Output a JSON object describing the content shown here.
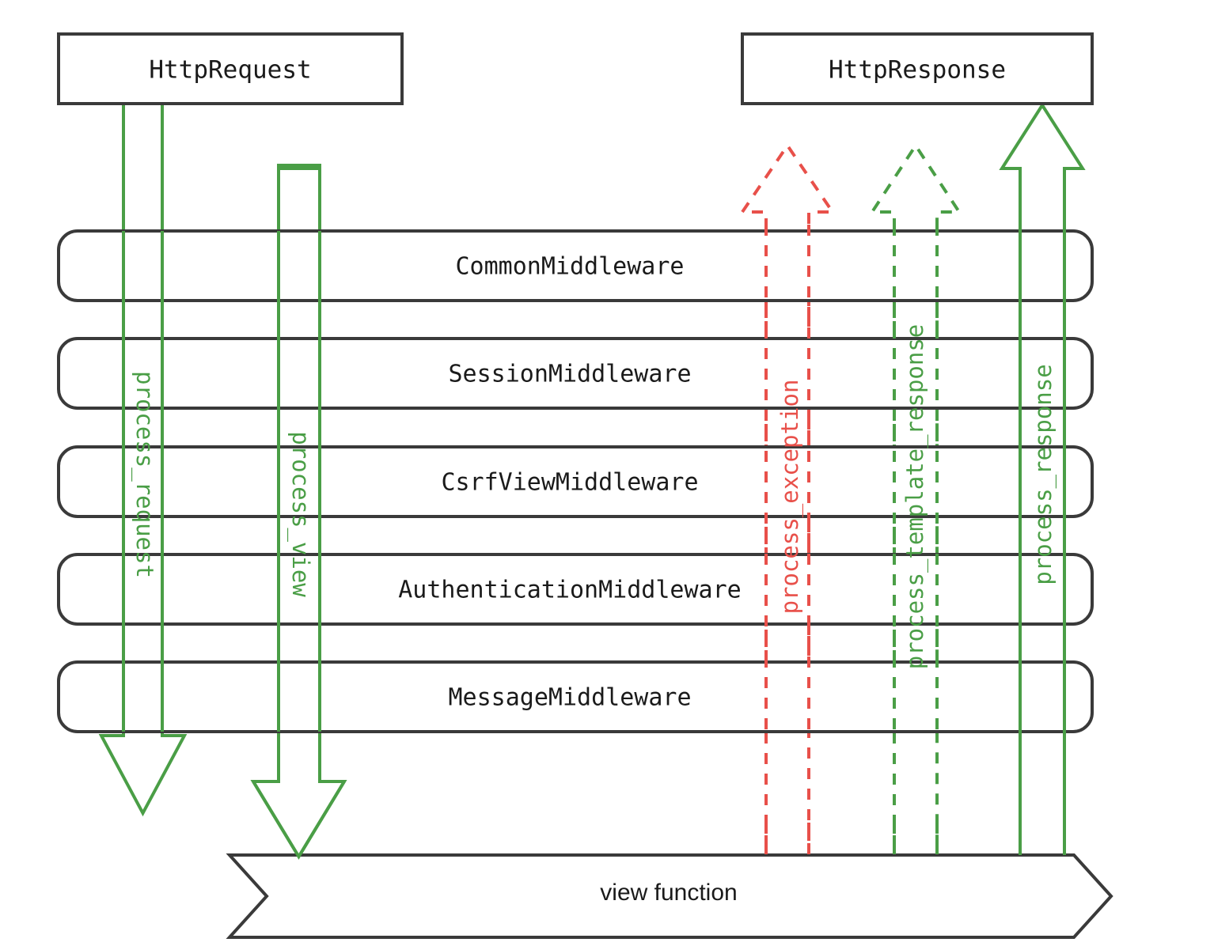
{
  "diagram": {
    "title": "Django middleware request/response flow",
    "colors": {
      "box_stroke": "#3a3a3a",
      "green": "#3f9142",
      "green_light": "#5cab54",
      "red": "#e8504a",
      "text": "#1a1a1a",
      "background": "#ffffff"
    },
    "endpoints": {
      "request_box_label": "HttpRequest",
      "response_box_label": "HttpResponse",
      "view_function_label": "view function"
    },
    "middleware": [
      {
        "label": "CommonMiddleware"
      },
      {
        "label": "SessionMiddleware"
      },
      {
        "label": "CsrfViewMiddleware"
      },
      {
        "label": "AuthenticationMiddleware"
      },
      {
        "label": "MessageMiddleware"
      }
    ],
    "flows": [
      {
        "id": "process-request",
        "label": "process_request",
        "color": "#3f9142",
        "style": "solid",
        "direction": "down"
      },
      {
        "id": "process-view",
        "label": "process_view",
        "color": "#3f9142",
        "style": "solid",
        "direction": "down"
      },
      {
        "id": "process-exception",
        "label": "process_exception",
        "color": "#e8504a",
        "style": "dashed",
        "direction": "up"
      },
      {
        "id": "process-template-response",
        "label": "process_template_response",
        "color": "#3f9142",
        "style": "dashed",
        "direction": "up"
      },
      {
        "id": "process-response",
        "label": "process_response",
        "color": "#3f9142",
        "style": "solid",
        "direction": "up"
      }
    ]
  }
}
